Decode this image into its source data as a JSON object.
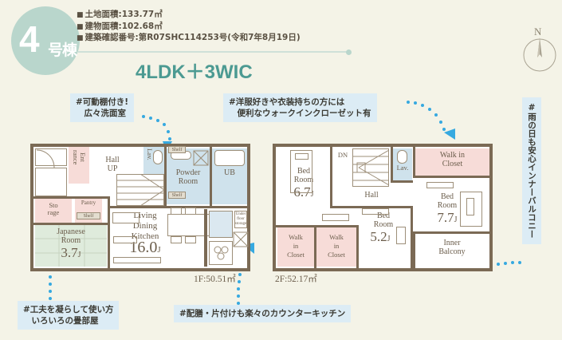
{
  "header": {
    "badge_number": "4",
    "badge_suffix": "号棟",
    "specs": [
      "土地面積:133.77㎡",
      "建物面積:102.68㎡",
      "建築確認番号:第R07SHC114253号(令和7年8月19日)"
    ],
    "layout_type": "4LDK＋3WIC",
    "compass_label": "N",
    "accent_color": "#4c9a92",
    "badge_color": "#b9d6cc"
  },
  "callouts": [
    {
      "id": "washroom",
      "text": "#可動棚付き!\n　広々洗面室"
    },
    {
      "id": "closet",
      "text": "#洋服好きや衣装持ちの方には\n　便利なウォークインクローゼット有"
    },
    {
      "id": "balcony",
      "text": "#雨の日も安心インナーバルコニー"
    },
    {
      "id": "tatami",
      "text": "#工夫を凝らして使い方\n　いろいろの畳部屋"
    },
    {
      "id": "kitchen",
      "text": "#配膳・片付けも楽々のカウンターキッチン"
    }
  ],
  "floors": [
    {
      "id": "1f",
      "area_label": "1F:50.51㎡",
      "rooms": [
        {
          "name": "Ent\nrance",
          "color": "#f7dcd8"
        },
        {
          "name": "Hall\nUP",
          "color": "#ffffff"
        },
        {
          "name": "Lav.",
          "color": "#cfe2ec"
        },
        {
          "name": "Sto\nrage",
          "color": "#f7dcd8"
        },
        {
          "name": "Pantry",
          "color": "#f7dcd8"
        },
        {
          "name": "Shelf",
          "color": "#e3ddcf"
        },
        {
          "name": "Japanese\nRoom",
          "size": "3.7",
          "unit": "J",
          "color": "#dfebdc"
        },
        {
          "name": "Living\nDining\nKitchen",
          "size": "16.0",
          "unit": "J",
          "color": "#ffffff"
        },
        {
          "name": "Powder\nRoom",
          "color": "#cfe2ec"
        },
        {
          "name": "UB",
          "color": "#cfe2ec"
        },
        {
          "name": "Under\nfloor\nstorage",
          "color": "#ffffff"
        }
      ],
      "shelf_tags": [
        "Shelf",
        "Shelf",
        "Shelf"
      ]
    },
    {
      "id": "2f",
      "area_label": "2F:52.17㎡",
      "rooms": [
        {
          "name": "Bed\nRoom",
          "size": "6.7",
          "unit": "J",
          "color": "#ffffff"
        },
        {
          "name": "DN",
          "color": "#ffffff"
        },
        {
          "name": "Hall",
          "color": "#ffffff"
        },
        {
          "name": "Lav.",
          "color": "#cfe2ec"
        },
        {
          "name": "Walk in\nCloset",
          "color": "#f7dcd8"
        },
        {
          "name": "Bed\nRoom",
          "size": "7.7",
          "unit": "J",
          "color": "#ffffff"
        },
        {
          "name": "Bed\nRoom",
          "size": "5.2",
          "unit": "J",
          "color": "#ffffff"
        },
        {
          "name": "Walk\nin\nCloset",
          "color": "#f7dcd8"
        },
        {
          "name": "Walk\nin\nCloset",
          "color": "#f7dcd8"
        },
        {
          "name": "Inner\nBalcony",
          "color": "#ffffff"
        }
      ]
    }
  ]
}
